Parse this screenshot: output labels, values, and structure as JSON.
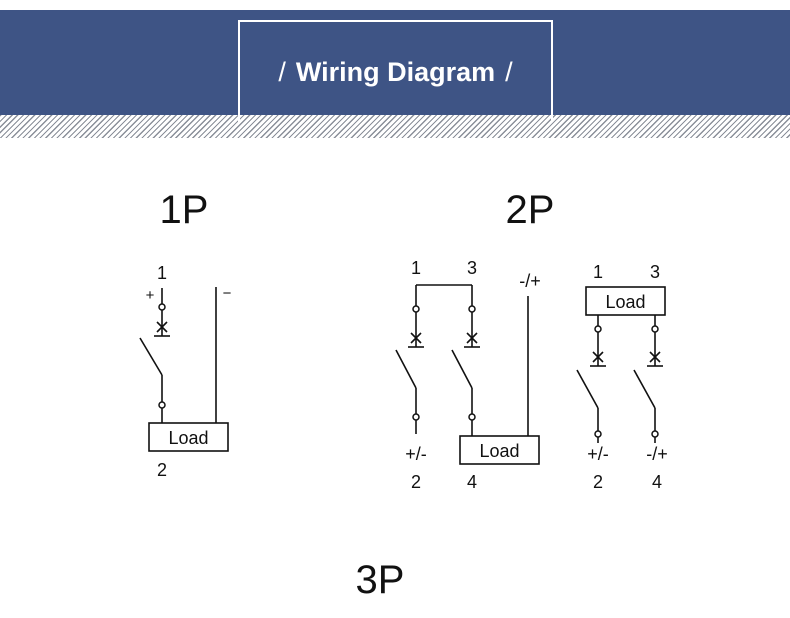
{
  "header": {
    "title": "Wiring Diagram",
    "slash_left": "/",
    "slash_right": "/"
  },
  "diagram_1p": {
    "heading": "1P",
    "pole_top": "1",
    "pole_bottom": "2",
    "plus": "+",
    "minus": "−",
    "load": "Load"
  },
  "diagram_2p_a": {
    "heading": "2P",
    "pole_top_left": "1",
    "pole_top_right": "3",
    "supply_label": "-/+",
    "bottom_sign": "+/-",
    "pole_bottom_left": "2",
    "pole_bottom_right": "4",
    "load": "Load"
  },
  "diagram_2p_b": {
    "pole_top_left": "1",
    "pole_top_right": "3",
    "load": "Load",
    "sign_left": "+/-",
    "sign_right": "-/+",
    "pole_bottom_left": "2",
    "pole_bottom_right": "4"
  },
  "diagram_3p": {
    "heading": "3P"
  }
}
